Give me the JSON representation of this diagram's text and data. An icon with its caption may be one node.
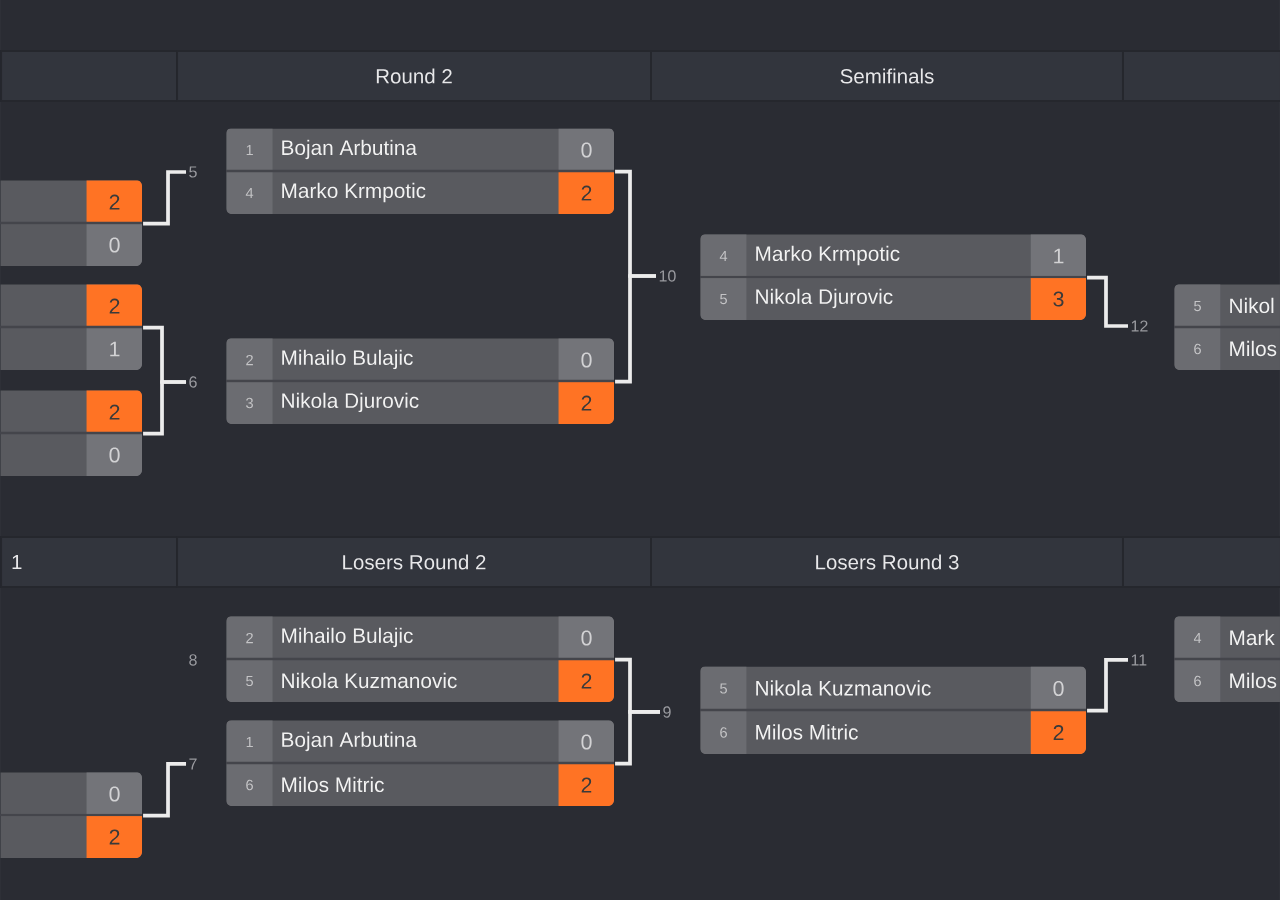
{
  "diagram": {
    "nodes": [
      {
        "text": [],
        "shape": "box"
      },
      {
        "text": [
          "Round 2"
        ]
      },
      {
        "text": [
          "Semifinals"
        ]
      },
      {
        "text": [],
        "shape": "box"
      },
      {
        "text": [
          "2",
          "0"
        ]
      },
      {
        "text": [
          "2",
          "1"
        ]
      },
      {
        "text": [
          "2",
          "0"
        ]
      },
      {
        "text": [
          "5"
        ]
      },
      {
        "text": [
          "1",
          "Bojan Arbutina",
          "0",
          "4",
          "Marko Krmpotic",
          "2"
        ]
      },
      {
        "text": [
          "6"
        ]
      },
      {
        "text": [
          "2",
          "Mihailo Bulajic",
          "0",
          "3",
          "Nikola Djurovic",
          "2"
        ]
      },
      {
        "text": [
          "10"
        ]
      },
      {
        "text": [
          "4",
          "Marko Krmpotic",
          "1",
          "5",
          "Nikola Djurovic",
          "3"
        ]
      },
      {
        "text": [
          "12"
        ]
      },
      {
        "text": [
          "5",
          "Nikol",
          "6",
          "Milos"
        ]
      },
      {
        "text": [
          "1"
        ]
      },
      {
        "text": [
          "Losers Round 2"
        ]
      },
      {
        "text": [
          "Losers Round 3"
        ]
      },
      {
        "text": [],
        "shape": "box"
      },
      {
        "text": [
          "0",
          "2"
        ]
      },
      {
        "text": [
          "2",
          "Mihailo Bulajic",
          "0",
          "5",
          "Nikola Kuzmanovic",
          "2"
        ],
        "beside": [
          "8"
        ]
      },
      {
        "text": [
          "7"
        ]
      },
      {
        "text": [
          "1",
          "Bojan Arbutina",
          "0",
          "6",
          "Milos Mitric",
          "2"
        ]
      },
      {
        "text": [
          "9"
        ]
      },
      {
        "text": [
          "5",
          "Nikola Kuzmanovic",
          "0",
          "6",
          "Milos Mitric",
          "2"
        ]
      },
      {
        "text": [
          "11"
        ]
      },
      {
        "text": [
          "4",
          "Mark",
          "6",
          "Milos"
        ]
      }
    ],
    "edges": [
      {
        "from": 4,
        "to": 7,
        "arrow": "none"
      },
      {
        "from": 5,
        "to": 9,
        "arrow": "none"
      },
      {
        "from": 6,
        "to": 9,
        "arrow": "none"
      },
      {
        "from": 8,
        "to": 11,
        "arrow": "none"
      },
      {
        "from": 10,
        "to": 11,
        "arrow": "none"
      },
      {
        "from": 12,
        "to": 13,
        "arrow": "none"
      },
      {
        "from": 19,
        "to": 21,
        "arrow": "none"
      },
      {
        "from": 20,
        "to": 23,
        "arrow": "none"
      },
      {
        "from": 22,
        "to": 23,
        "arrow": "none"
      },
      {
        "from": 24,
        "to": 25,
        "arrow": "none"
      }
    ]
  }
}
